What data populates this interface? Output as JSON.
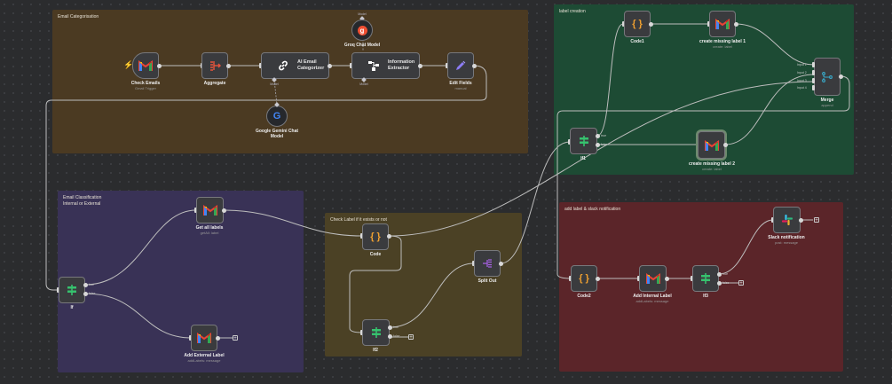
{
  "canvas": {
    "background": "#2b2c2e"
  },
  "groups": [
    {
      "id": "email-categorisation",
      "title": "Email Categorisation",
      "color": "#4b3a22"
    },
    {
      "id": "label-creation",
      "title": "label creation",
      "color": "#1d4b34"
    },
    {
      "id": "email-classification",
      "title": "Email Classification\nInternal or External",
      "color": "#393256"
    },
    {
      "id": "check-label",
      "title": "Check Label if it exists or not",
      "color": "#4b4125"
    },
    {
      "id": "add-label-slack",
      "title": "add label & slack notification",
      "color": "#5b2529"
    }
  ],
  "nodes": {
    "check_emails": {
      "name": "Check Emails",
      "sub": "Gmail Trigger",
      "icon": "gmail-icon"
    },
    "aggregate": {
      "name": "Aggregate",
      "sub": "",
      "icon": "aggregate-icon"
    },
    "ai_categorizer": {
      "name": "AI Email\nCategorizer",
      "sub": "",
      "icon": "link-chain-icon"
    },
    "info_extractor": {
      "name": "Information\nExtractor",
      "sub": "",
      "icon": "flow-tree-icon"
    },
    "edit_fields": {
      "name": "Edit Fields",
      "sub": "manual",
      "icon": "pencil-icon"
    },
    "groq": {
      "name": "Groq Chat Model",
      "sub": "",
      "icon": "groq-icon"
    },
    "gemini": {
      "name": "Google Gemini Chat\nModel",
      "sub": "",
      "icon": "google-icon"
    },
    "code1": {
      "name": "Code1",
      "sub": "",
      "icon": "code-braces-icon"
    },
    "create_label_1": {
      "name": "create missing label 1",
      "sub": "create: label",
      "icon": "gmail-icon"
    },
    "merge": {
      "name": "Merge",
      "sub": "append",
      "icon": "merge-icon",
      "inputs": [
        "Input 1",
        "Input 2",
        "Input 3",
        "Input 4"
      ]
    },
    "if1": {
      "name": "If1",
      "sub": "",
      "icon": "if-signpost-icon"
    },
    "create_label_2": {
      "name": "create missing label 2",
      "sub": "create: label",
      "icon": "gmail-icon"
    },
    "if": {
      "name": "If",
      "sub": "",
      "icon": "if-signpost-icon"
    },
    "get_all_labels": {
      "name": "Get all labels",
      "sub": "getAll: label",
      "icon": "gmail-icon"
    },
    "add_external": {
      "name": "Add External Label",
      "sub": "addLabels: message",
      "icon": "gmail-icon"
    },
    "code": {
      "name": "Code",
      "sub": "",
      "icon": "code-braces-icon"
    },
    "split_out": {
      "name": "Split Out",
      "sub": "",
      "icon": "split-out-icon"
    },
    "if2": {
      "name": "If2",
      "sub": "",
      "icon": "if-signpost-icon"
    },
    "code2": {
      "name": "Code2",
      "sub": "",
      "icon": "code-braces-icon"
    },
    "add_internal": {
      "name": "Add Internal Label",
      "sub": "addLabels: message",
      "icon": "gmail-icon"
    },
    "if3": {
      "name": "If3",
      "sub": "",
      "icon": "if-signpost-icon"
    },
    "slack": {
      "name": "Slack notification",
      "sub": "post: message",
      "icon": "slack-icon"
    }
  },
  "port_labels": {
    "true": "true",
    "false": "false",
    "model": "Model"
  },
  "plus_symbol": "+"
}
